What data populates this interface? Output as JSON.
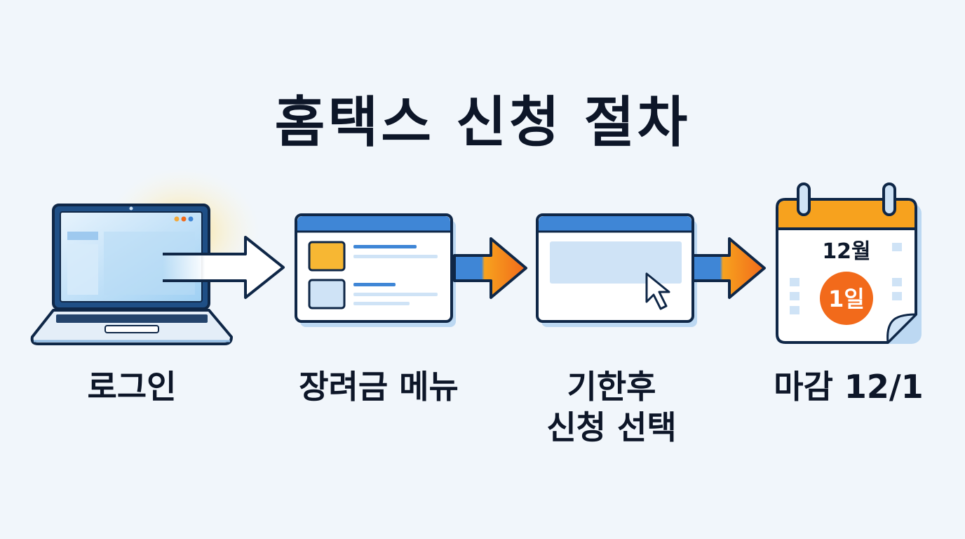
{
  "title": "홈택스 신청 절차",
  "steps": [
    {
      "icon": "laptop-icon",
      "label_lines": [
        "로그인"
      ]
    },
    {
      "icon": "menu-window-icon",
      "label_lines": [
        "장려금 메뉴"
      ]
    },
    {
      "icon": "select-window-icon",
      "label_lines": [
        "기한후",
        "신청 선택"
      ]
    },
    {
      "icon": "calendar-icon",
      "label_lines": [
        "마감 12/1"
      ]
    }
  ],
  "calendar": {
    "month_text": "12월",
    "day_text": "1일"
  },
  "colors": {
    "outline": "#0f2747",
    "blue": "#3f86d6",
    "light_blue": "#cfe3f6",
    "orange": "#f28a1e",
    "yellow": "#f7b733",
    "red_orange": "#f26a1b"
  }
}
